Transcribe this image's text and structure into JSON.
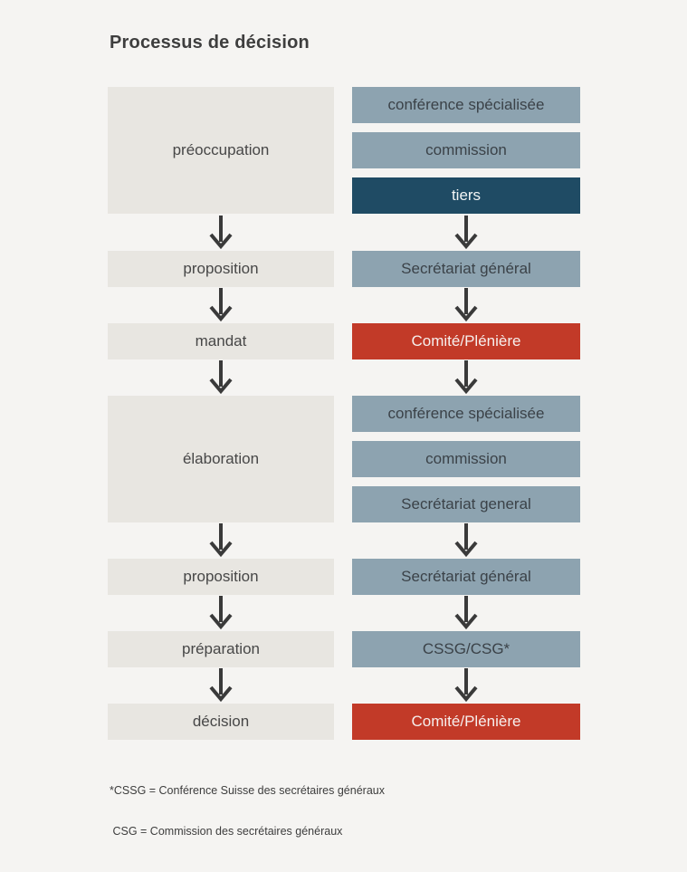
{
  "title": "Processus de décision",
  "palette": {
    "background": "#f5f4f2",
    "stage_box": "#e8e6e1",
    "actor_box": "#8da3b0",
    "tiers_box": "#1f4b64",
    "committee_box": "#c23a28",
    "arrow": "#3a3a3a",
    "text_dark": "#3e3e3e",
    "text_light": "#f2f5f5"
  },
  "stages": [
    {
      "label": "préoccupation"
    },
    {
      "label": "proposition"
    },
    {
      "label": "mandat"
    },
    {
      "label": "élaboration"
    },
    {
      "label": "proposition"
    },
    {
      "label": "préparation"
    },
    {
      "label": "décision"
    }
  ],
  "actors": [
    {
      "label": "conférence spécialisée",
      "variant": "slate"
    },
    {
      "label": "commission",
      "variant": "slate"
    },
    {
      "label": "tiers",
      "variant": "navy"
    },
    {
      "label": "Secrétariat général",
      "variant": "slate"
    },
    {
      "label": "Comité/Plénière",
      "variant": "red"
    },
    {
      "label": "conférence spécialisée",
      "variant": "slate"
    },
    {
      "label": "commission",
      "variant": "slate"
    },
    {
      "label": "Secrétariat general",
      "variant": "slate"
    },
    {
      "label": "Secrétariat général",
      "variant": "slate"
    },
    {
      "label": "CSSG/CSG*",
      "variant": "slate"
    },
    {
      "label": "Comité/Plénière",
      "variant": "red"
    }
  ],
  "footnotes": [
    "*CSSG = Conférence Suisse des secrétaires généraux",
    " CSG = Commission des secrétaires généraux"
  ]
}
